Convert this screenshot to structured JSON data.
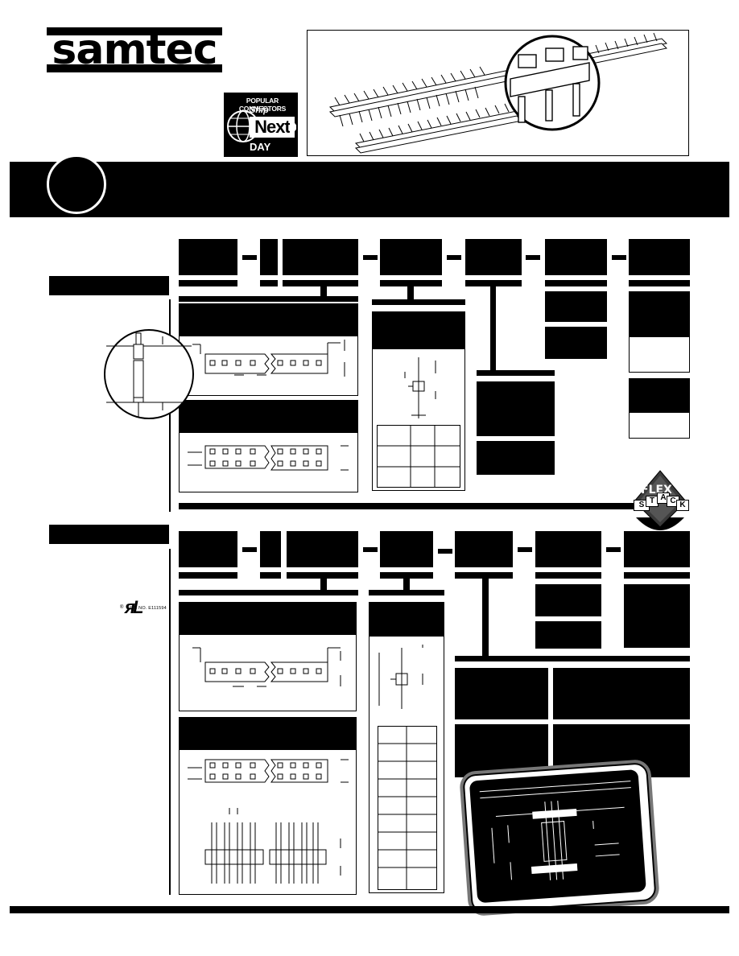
{
  "brand": {
    "logo_text": "samtec"
  },
  "badge": {
    "line1": "POPULAR CONNECTORS",
    "line2": "Ship",
    "line3": "Next",
    "line4": "DAY"
  },
  "flexstack": {
    "word": "FLEX",
    "letters": [
      "S",
      "T",
      "A",
      "C",
      "K"
    ]
  },
  "ul_mark": {
    "symbol": "ᴙL",
    "registered": "®",
    "file_no": "FILE NO. E111594"
  },
  "colors": {
    "ink": "#000000",
    "paper": "#ffffff",
    "plate": "#3a3a3a"
  }
}
